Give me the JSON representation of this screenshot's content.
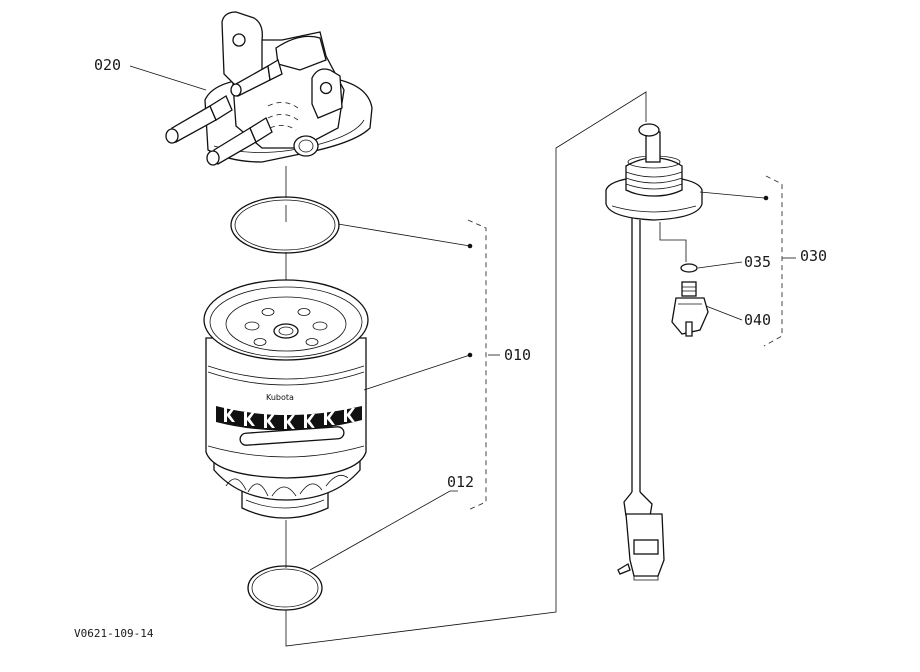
{
  "diagram": {
    "parts": [
      {
        "id": "020",
        "label": "020"
      },
      {
        "id": "010",
        "label": "010"
      },
      {
        "id": "012",
        "label": "012"
      },
      {
        "id": "030",
        "label": "030"
      },
      {
        "id": "035",
        "label": "035"
      },
      {
        "id": "040",
        "label": "040"
      }
    ],
    "brand_text": "Kubota",
    "drawing_code": "V0621-109-14"
  }
}
